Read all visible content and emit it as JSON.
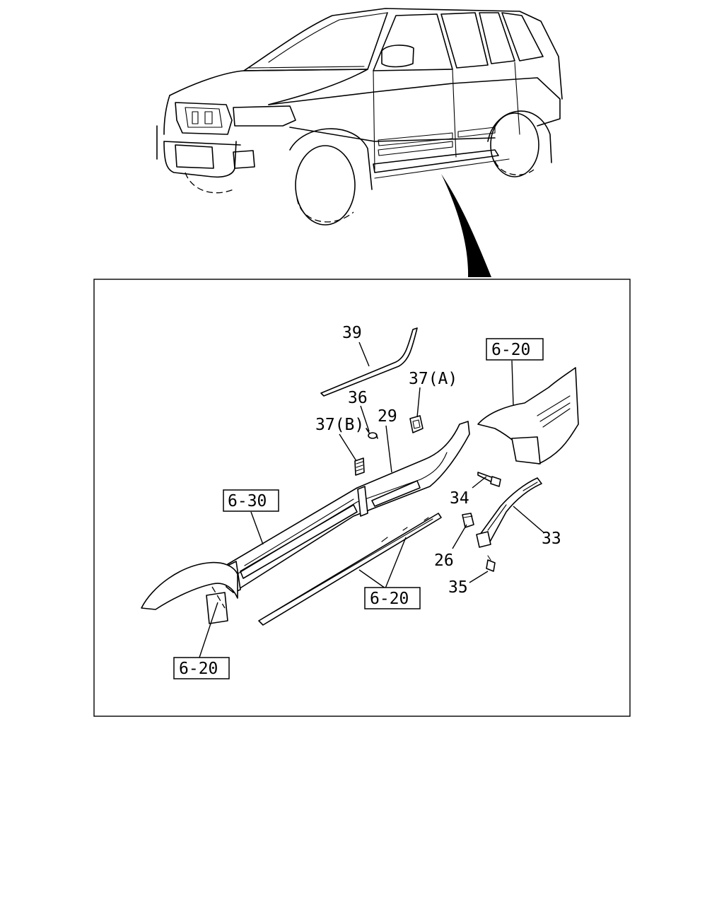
{
  "callouts": {
    "c39": "39",
    "c36": "36",
    "c37a": "37(A)",
    "c37b": "37(B)",
    "c29": "29",
    "c34": "34",
    "c33": "33",
    "c26": "26",
    "c35": "35"
  },
  "references": {
    "r620_top": "6-20",
    "r630": "6-30",
    "r620_mid": "6-20",
    "r620_bottom": "6-20"
  }
}
